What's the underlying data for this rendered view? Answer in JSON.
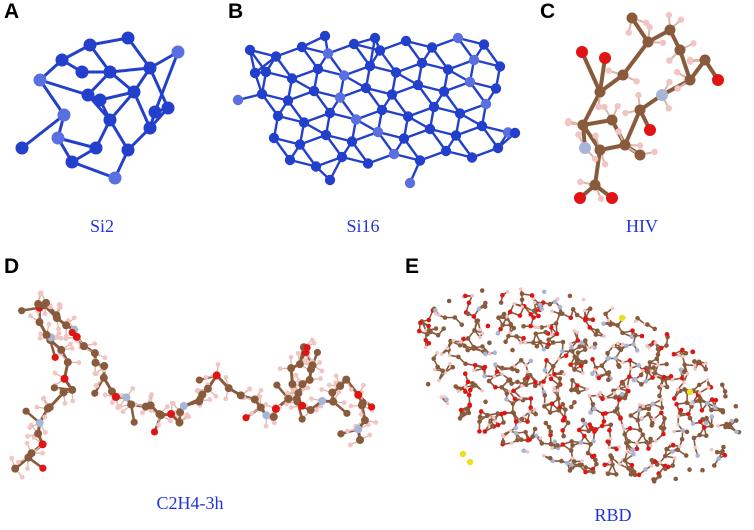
{
  "colors": {
    "silicon": "#2340cc",
    "silicon_light": "#5a70e0",
    "carbon": "#8a5a3c",
    "oxygen": "#e01414",
    "nitrogen": "#a8b4d8",
    "hydrogen": "#f2c4c4",
    "sulfur": "#e8e020",
    "caption": "#2233dd"
  },
  "panels": [
    {
      "letter": "A",
      "caption": "Si2"
    },
    {
      "letter": "B",
      "caption": "Si16"
    },
    {
      "letter": "C",
      "caption": "HIV"
    },
    {
      "letter": "D",
      "caption": "C2H4-3h"
    },
    {
      "letter": "E",
      "caption": "RBD"
    }
  ]
}
